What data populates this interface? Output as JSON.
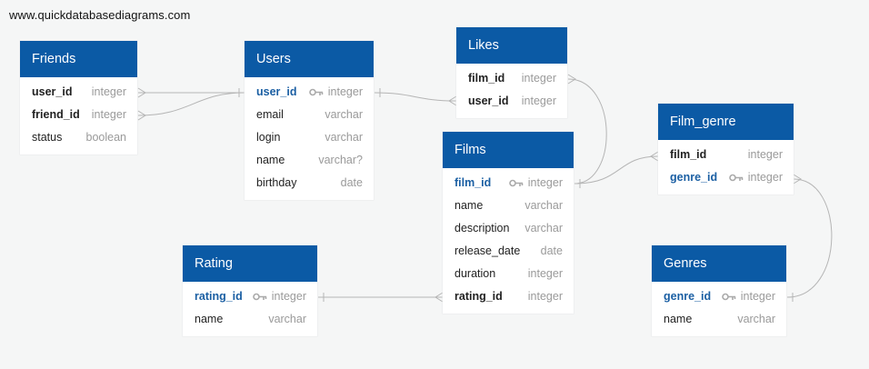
{
  "watermark": "www.quickdatabasediagrams.com",
  "tables": {
    "friends": {
      "name": "Friends",
      "fields": [
        {
          "name": "user_id",
          "type": "integer"
        },
        {
          "name": "friend_id",
          "type": "integer"
        },
        {
          "name": "status",
          "type": "boolean"
        }
      ]
    },
    "users": {
      "name": "Users",
      "fields": [
        {
          "name": "user_id",
          "type": "integer"
        },
        {
          "name": "email",
          "type": "varchar"
        },
        {
          "name": "login",
          "type": "varchar"
        },
        {
          "name": "name",
          "type": "varchar?"
        },
        {
          "name": "birthday",
          "type": "date"
        }
      ]
    },
    "likes": {
      "name": "Likes",
      "fields": [
        {
          "name": "film_id",
          "type": "integer"
        },
        {
          "name": "user_id",
          "type": "integer"
        }
      ]
    },
    "films": {
      "name": "Films",
      "fields": [
        {
          "name": "film_id",
          "type": "integer"
        },
        {
          "name": "name",
          "type": "varchar"
        },
        {
          "name": "description",
          "type": "varchar"
        },
        {
          "name": "release_date",
          "type": "date"
        },
        {
          "name": "duration",
          "type": "integer"
        },
        {
          "name": "rating_id",
          "type": "integer"
        }
      ]
    },
    "film_genre": {
      "name": "Film_genre",
      "fields": [
        {
          "name": "film_id",
          "type": "integer"
        },
        {
          "name": "genre_id",
          "type": "integer"
        }
      ]
    },
    "rating": {
      "name": "Rating",
      "fields": [
        {
          "name": "rating_id",
          "type": "integer"
        },
        {
          "name": "name",
          "type": "varchar"
        }
      ]
    },
    "genres": {
      "name": "Genres",
      "fields": [
        {
          "name": "genre_id",
          "type": "integer"
        },
        {
          "name": "name",
          "type": "varchar"
        }
      ]
    }
  },
  "colors": {
    "header": "#0b5aa5",
    "primary_key_text": "#1b5fa3",
    "type_text": "#9a9a9a",
    "connector": "#b5b5b5"
  },
  "icons": {
    "primary_key": "key-icon"
  }
}
